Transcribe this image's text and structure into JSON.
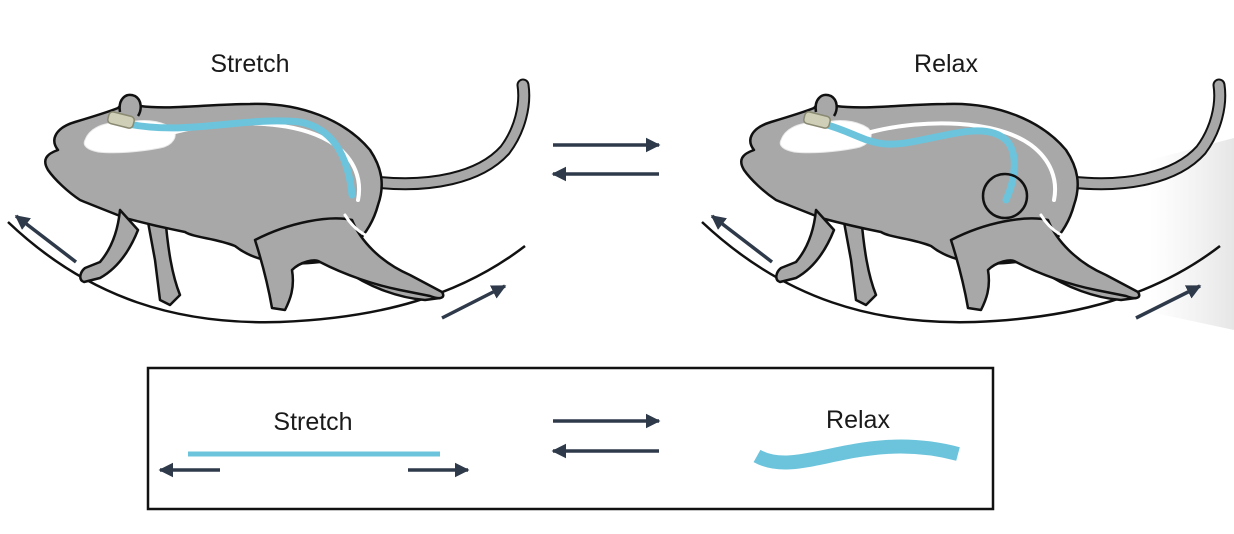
{
  "panels": {
    "left_title": "Stretch",
    "right_title": "Relax"
  },
  "legend": {
    "stretch_label": "Stretch",
    "relax_label": "Relax"
  },
  "colors": {
    "mouse_body": "#a8a8a8",
    "outline": "#111111",
    "implant": "#6cc4dc",
    "brain": "#ffffff",
    "arrow": "#2e3a4a",
    "connector": "#cfcfb8"
  },
  "icons": {
    "equilibrium": "reversible-reaction-arrows",
    "motion": "diagonal-arrow"
  }
}
